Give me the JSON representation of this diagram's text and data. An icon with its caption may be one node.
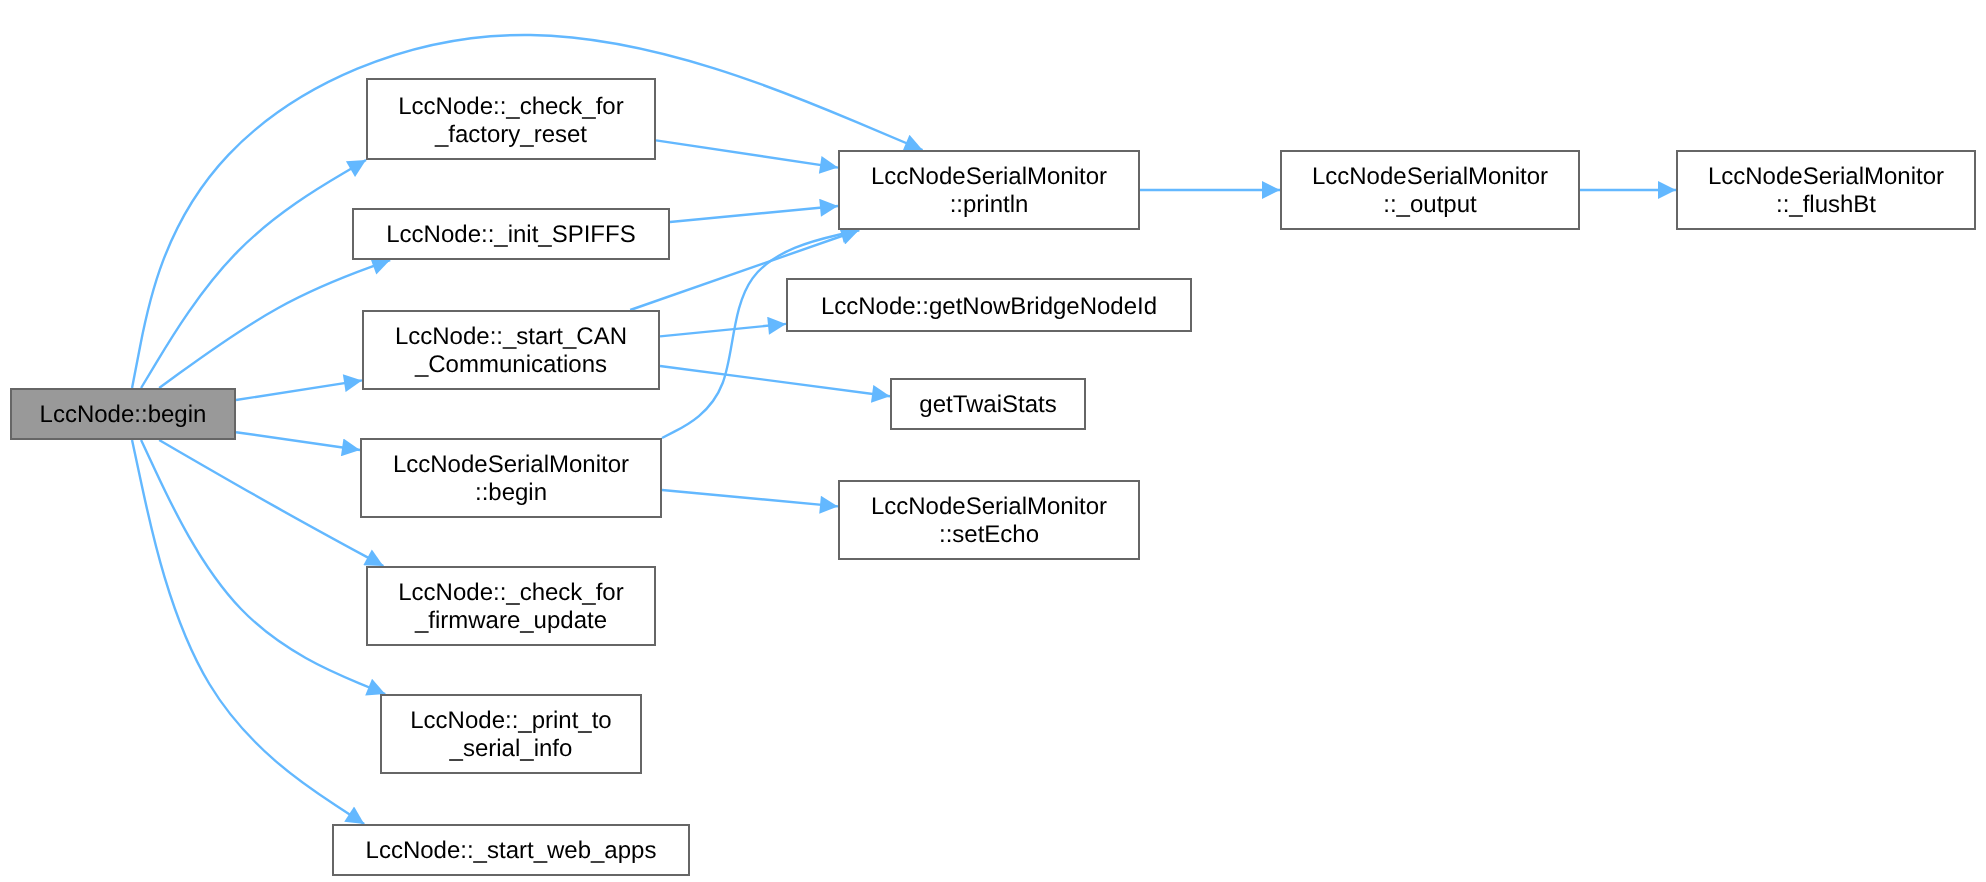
{
  "diagram": {
    "nodes": [
      {
        "text": [
          "LccNode::begin"
        ]
      },
      {
        "text": [
          "LccNode::_check_for _factory_reset"
        ]
      },
      {
        "text": [
          "LccNode::_init_SPIFFS"
        ]
      },
      {
        "text": [
          "LccNode::_start_CAN _Communications"
        ]
      },
      {
        "text": [
          "LccNodeSerialMonitor ::begin"
        ]
      },
      {
        "text": [
          "LccNode::_check_for _firmware_update"
        ]
      },
      {
        "text": [
          "LccNode::_print_to _serial_info"
        ]
      },
      {
        "text": [
          "LccNode::_start_web_apps"
        ]
      },
      {
        "text": [
          "LccNodeSerialMonitor ::println"
        ]
      },
      {
        "text": [
          "LccNode::getNowBridgeNodeId"
        ]
      },
      {
        "text": [
          "getTwaiStats"
        ]
      },
      {
        "text": [
          "LccNodeSerialMonitor ::setEcho"
        ]
      },
      {
        "text": [
          "LccNodeSerialMonitor ::_output"
        ]
      },
      {
        "text": [
          "LccNodeSerialMonitor ::_flushBt"
        ]
      }
    ],
    "edges": [
      {
        "from": 0,
        "to": 8,
        "arrow": "to"
      },
      {
        "from": 0,
        "to": 1,
        "arrow": "to"
      },
      {
        "from": 0,
        "to": 2,
        "arrow": "to"
      },
      {
        "from": 0,
        "to": 3,
        "arrow": "to"
      },
      {
        "from": 0,
        "to": 4,
        "arrow": "to"
      },
      {
        "from": 0,
        "to": 5,
        "arrow": "to"
      },
      {
        "from": 0,
        "to": 6,
        "arrow": "to"
      },
      {
        "from": 0,
        "to": 7,
        "arrow": "to"
      },
      {
        "from": 1,
        "to": 8,
        "arrow": "to"
      },
      {
        "from": 2,
        "to": 8,
        "arrow": "to"
      },
      {
        "from": 3,
        "to": 8,
        "arrow": "to"
      },
      {
        "from": 3,
        "to": 9,
        "arrow": "to"
      },
      {
        "from": 3,
        "to": 10,
        "arrow": "to"
      },
      {
        "from": 4,
        "to": 8,
        "arrow": "to"
      },
      {
        "from": 4,
        "to": 11,
        "arrow": "to"
      },
      {
        "from": 8,
        "to": 12,
        "arrow": "to"
      },
      {
        "from": 12,
        "to": 13,
        "arrow": "to"
      }
    ]
  }
}
